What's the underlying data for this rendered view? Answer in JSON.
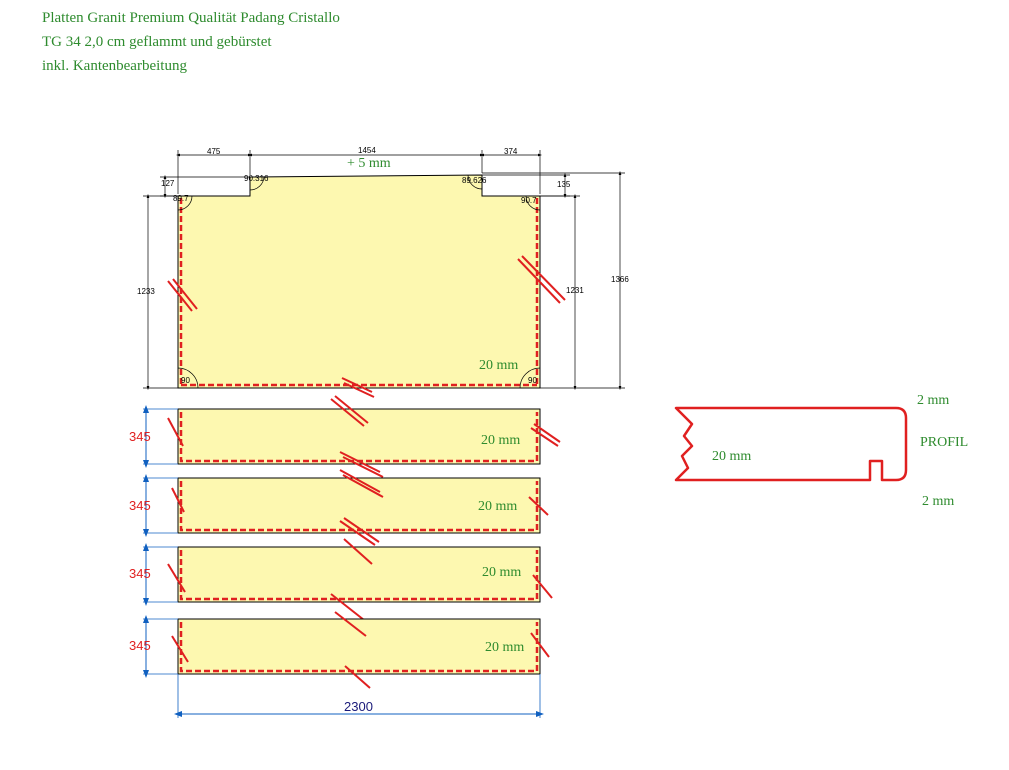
{
  "header": {
    "line1": "Platten Granit Premium Qualität Padang Cristallo",
    "line2": "TG 34 2,0 cm geflammt und gebürstet",
    "line3": "inkl. Kantenbearbeitung"
  },
  "main_slab": {
    "dim_top_left": "475",
    "dim_top_middle": "1454",
    "dim_top_right": "374",
    "plus_label": "+ 5 mm",
    "dim_notch_left": "127",
    "dim_notch_right": "135",
    "dim_left_height": "1233",
    "dim_right_height": "1231",
    "dim_total_height": "1366",
    "angle_top_left_outer": "90.316",
    "angle_top_right_outer": "89.626",
    "angle_top_left_inner": "89.7",
    "angle_top_right_inner": "90.7",
    "angle_bottom_left": "90",
    "angle_bottom_right": "90",
    "thickness": "20 mm"
  },
  "strips": [
    {
      "height_label": "345",
      "thickness": "20 mm"
    },
    {
      "height_label": "345",
      "thickness": "20 mm"
    },
    {
      "height_label": "345",
      "thickness": "20 mm"
    },
    {
      "height_label": "345",
      "thickness": "20 mm"
    }
  ],
  "overall_width": "2300",
  "profile": {
    "top_label": "2 mm",
    "title": "PROFIL",
    "bottom_label": "2 mm",
    "thickness": "20 mm"
  },
  "colors": {
    "slab_fill": "#fdf8b0",
    "edge_red": "#e02020",
    "dim_blue": "#1060c0",
    "text_green": "#2e8b2e"
  }
}
